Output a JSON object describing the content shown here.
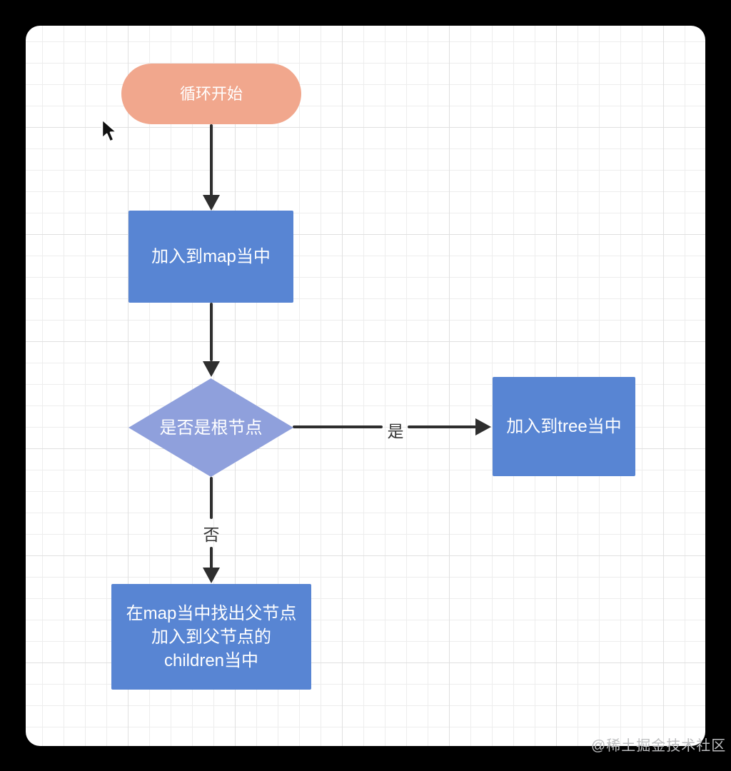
{
  "flowchart": {
    "nodes": [
      {
        "id": "start",
        "type": "rounded",
        "label": "循环开始",
        "color": "#F1A78D"
      },
      {
        "id": "add-map",
        "type": "rect",
        "label": "加入到map当中",
        "color": "#5885D3"
      },
      {
        "id": "is-root",
        "type": "diamond",
        "label": "是否是根节点",
        "color": "#8FA0DC"
      },
      {
        "id": "add-tree",
        "type": "rect",
        "label": "加入到tree当中",
        "color": "#5885D3"
      },
      {
        "id": "add-children",
        "type": "rect",
        "label": "在map当中找出父节点加入到父节点的children当中",
        "color": "#5885D3"
      }
    ],
    "edges": [
      {
        "from": "start",
        "to": "add-map",
        "label": ""
      },
      {
        "from": "add-map",
        "to": "is-root",
        "label": ""
      },
      {
        "from": "is-root",
        "to": "add-tree",
        "label": "是"
      },
      {
        "from": "is-root",
        "to": "add-children",
        "label": "否"
      }
    ],
    "edge_color": "#2E2E2E",
    "text_color": "#ffffff",
    "label_color": "#333333"
  },
  "canvas": {
    "background": "#ffffff",
    "outer_background": "#000000",
    "grid_minor_color": "#ededed",
    "grid_major_color": "#e0e0e0"
  },
  "watermark": {
    "text": "@稀土掘金技术社区"
  }
}
